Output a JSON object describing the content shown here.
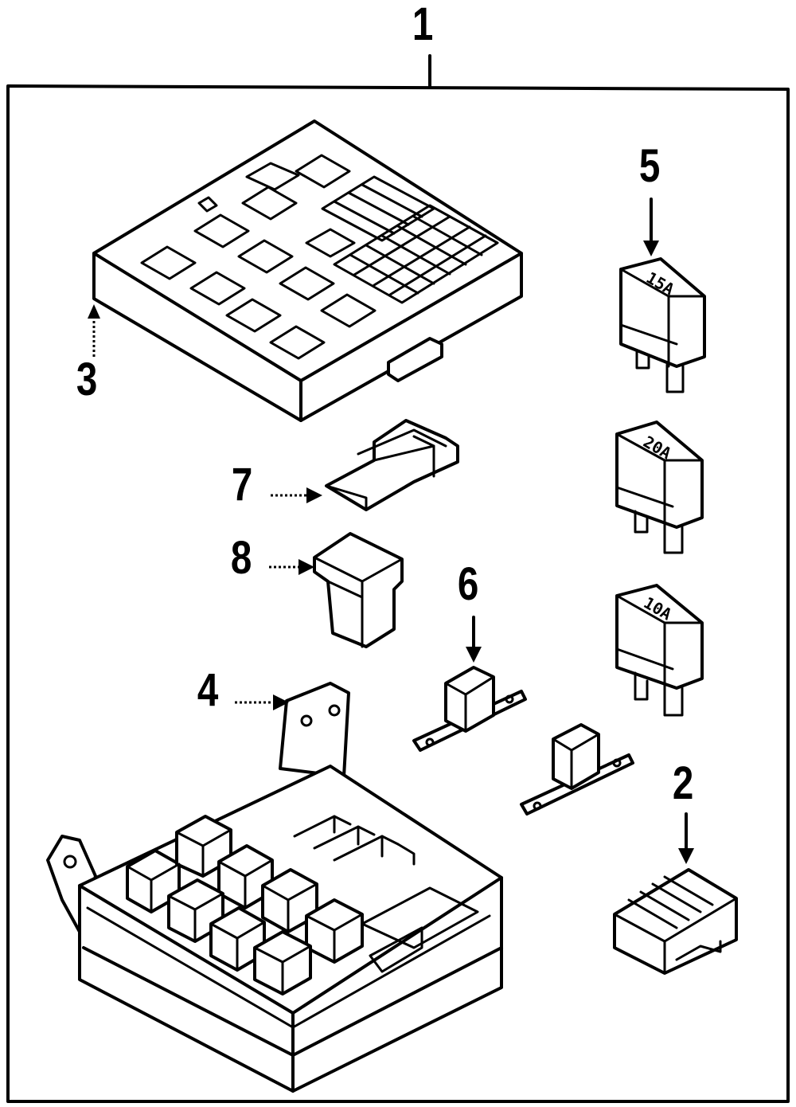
{
  "callouts": [
    {
      "id": "1",
      "label": "1"
    },
    {
      "id": "2",
      "label": "2"
    },
    {
      "id": "3",
      "label": "3"
    },
    {
      "id": "4",
      "label": "4"
    },
    {
      "id": "5",
      "label": "5"
    },
    {
      "id": "6",
      "label": "6"
    },
    {
      "id": "7",
      "label": "7"
    },
    {
      "id": "8",
      "label": "8"
    }
  ],
  "fuse_labels": [
    "15A",
    "20A",
    "10A"
  ]
}
